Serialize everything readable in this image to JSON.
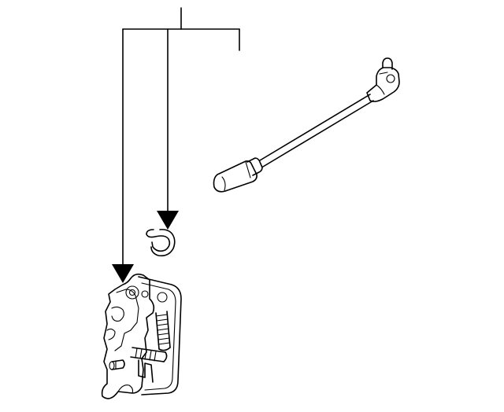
{
  "diagram": {
    "background": "#ffffff",
    "line_color": "#000000",
    "parts": [
      {
        "name": "latch-cable-rod"
      },
      {
        "name": "cable-retaining-clip"
      },
      {
        "name": "door-latch-assembly"
      }
    ],
    "callout_labels": []
  }
}
